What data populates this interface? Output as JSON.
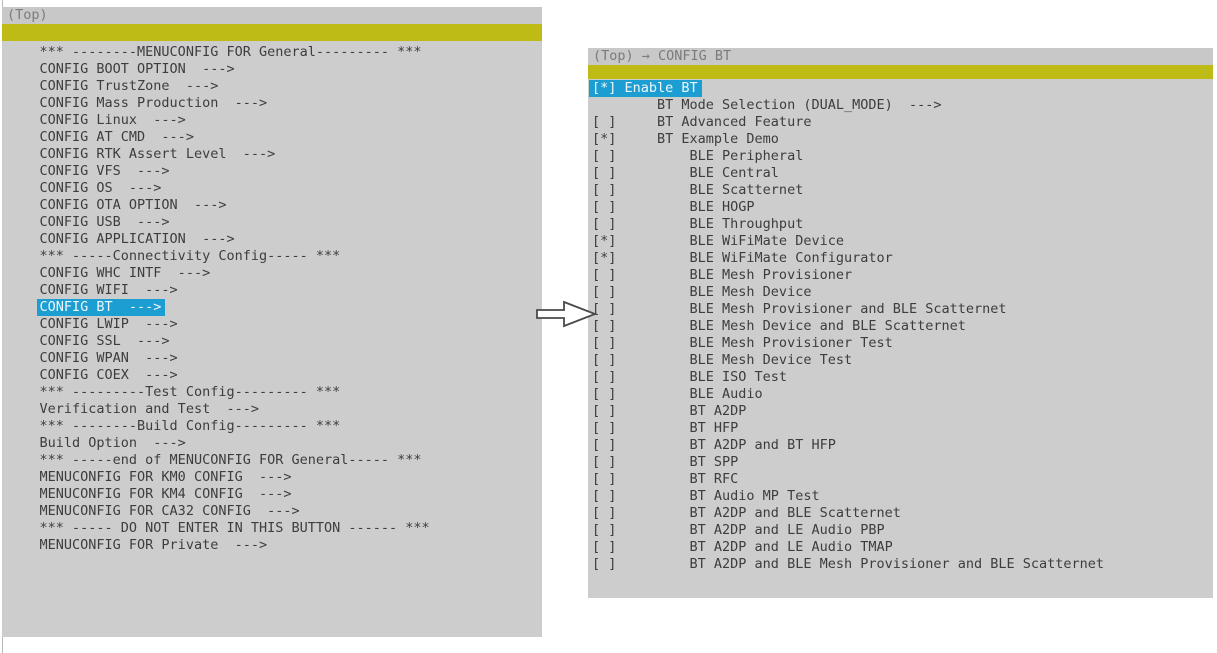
{
  "colors": {
    "page_bg": "#ffffff",
    "panel_bg": "#cdcdcd",
    "header_bg": "#c8c8c8",
    "header_text": "#7b7b7b",
    "item_text": "#3d3d3d",
    "selected_bg": "#1c9ed3",
    "selected_text": "#eff8fc",
    "title_bar": "#bfbb16",
    "edge_line": "#b9b9b9",
    "arrow_outline": "#4a4a4a"
  },
  "left_panel": {
    "breadcrumb": "(Top)",
    "items": [
      {
        "pad": "    ",
        "text": "*** --------MENUCONFIG FOR General--------- ***",
        "selected": false
      },
      {
        "pad": "    ",
        "text": "CONFIG BOOT OPTION  --->",
        "selected": false
      },
      {
        "pad": "    ",
        "text": "CONFIG TrustZone  --->",
        "selected": false
      },
      {
        "pad": "    ",
        "text": "CONFIG Mass Production  --->",
        "selected": false
      },
      {
        "pad": "    ",
        "text": "CONFIG Linux  --->",
        "selected": false
      },
      {
        "pad": "    ",
        "text": "CONFIG AT CMD  --->",
        "selected": false
      },
      {
        "pad": "    ",
        "text": "CONFIG RTK Assert Level  --->",
        "selected": false
      },
      {
        "pad": "    ",
        "text": "CONFIG VFS  --->",
        "selected": false
      },
      {
        "pad": "    ",
        "text": "CONFIG OS  --->",
        "selected": false
      },
      {
        "pad": "    ",
        "text": "CONFIG OTA OPTION  --->",
        "selected": false
      },
      {
        "pad": "    ",
        "text": "CONFIG USB  --->",
        "selected": false
      },
      {
        "pad": "    ",
        "text": "CONFIG APPLICATION  --->",
        "selected": false
      },
      {
        "pad": "    ",
        "text": "*** -----Connectivity Config----- ***",
        "selected": false
      },
      {
        "pad": "    ",
        "text": "CONFIG WHC INTF  --->",
        "selected": false
      },
      {
        "pad": "    ",
        "text": "CONFIG WIFI  --->",
        "selected": false
      },
      {
        "pad": "    ",
        "text": "CONFIG BT  --->",
        "selected": true
      },
      {
        "pad": "    ",
        "text": "CONFIG LWIP  --->",
        "selected": false
      },
      {
        "pad": "    ",
        "text": "CONFIG SSL  --->",
        "selected": false
      },
      {
        "pad": "    ",
        "text": "CONFIG WPAN  --->",
        "selected": false
      },
      {
        "pad": "    ",
        "text": "CONFIG COEX  --->",
        "selected": false
      },
      {
        "pad": "    ",
        "text": "*** ---------Test Config--------- ***",
        "selected": false
      },
      {
        "pad": "    ",
        "text": "Verification and Test  --->",
        "selected": false
      },
      {
        "pad": "    ",
        "text": "*** --------Build Config--------- ***",
        "selected": false
      },
      {
        "pad": "    ",
        "text": "Build Option  --->",
        "selected": false
      },
      {
        "pad": "    ",
        "text": "*** -----end of MENUCONFIG FOR General----- ***",
        "selected": false
      },
      {
        "pad": "    ",
        "text": "MENUCONFIG FOR KM0 CONFIG  --->",
        "selected": false
      },
      {
        "pad": "    ",
        "text": "MENUCONFIG FOR KM4 CONFIG  --->",
        "selected": false
      },
      {
        "pad": "    ",
        "text": "MENUCONFIG FOR CA32 CONFIG  --->",
        "selected": false
      },
      {
        "pad": "    ",
        "text": "*** ----- DO NOT ENTER IN THIS BUTTON ------ ***",
        "selected": false
      },
      {
        "pad": "    ",
        "text": "MENUCONFIG FOR Private  --->",
        "selected": false
      }
    ]
  },
  "right_panel": {
    "breadcrumb": "(Top) → CONFIG BT",
    "items": [
      {
        "pad": "",
        "text": "[*] Enable BT",
        "selected": true
      },
      {
        "pad": "        ",
        "text": "BT Mode Selection (DUAL_MODE)  --->",
        "selected": false
      },
      {
        "pad": "",
        "text": "[ ]     BT Advanced Feature",
        "selected": false
      },
      {
        "pad": "",
        "text": "[*]     BT Example Demo",
        "selected": false
      },
      {
        "pad": "",
        "text": "[ ]         BLE Peripheral",
        "selected": false
      },
      {
        "pad": "",
        "text": "[ ]         BLE Central",
        "selected": false
      },
      {
        "pad": "",
        "text": "[ ]         BLE Scatternet",
        "selected": false
      },
      {
        "pad": "",
        "text": "[ ]         BLE HOGP",
        "selected": false
      },
      {
        "pad": "",
        "text": "[ ]         BLE Throughput",
        "selected": false
      },
      {
        "pad": "",
        "text": "[*]         BLE WiFiMate Device",
        "selected": false
      },
      {
        "pad": "",
        "text": "[*]         BLE WiFiMate Configurator",
        "selected": false
      },
      {
        "pad": "",
        "text": "[ ]         BLE Mesh Provisioner",
        "selected": false
      },
      {
        "pad": "",
        "text": "[ ]         BLE Mesh Device",
        "selected": false
      },
      {
        "pad": "",
        "text": "[ ]         BLE Mesh Provisioner and BLE Scatternet",
        "selected": false
      },
      {
        "pad": "",
        "text": "[ ]         BLE Mesh Device and BLE Scatternet",
        "selected": false
      },
      {
        "pad": "",
        "text": "[ ]         BLE Mesh Provisioner Test",
        "selected": false
      },
      {
        "pad": "",
        "text": "[ ]         BLE Mesh Device Test",
        "selected": false
      },
      {
        "pad": "",
        "text": "[ ]         BLE ISO Test",
        "selected": false
      },
      {
        "pad": "",
        "text": "[ ]         BLE Audio",
        "selected": false
      },
      {
        "pad": "",
        "text": "[ ]         BT A2DP",
        "selected": false
      },
      {
        "pad": "",
        "text": "[ ]         BT HFP",
        "selected": false
      },
      {
        "pad": "",
        "text": "[ ]         BT A2DP and BT HFP",
        "selected": false
      },
      {
        "pad": "",
        "text": "[ ]         BT SPP",
        "selected": false
      },
      {
        "pad": "",
        "text": "[ ]         BT RFC",
        "selected": false
      },
      {
        "pad": "",
        "text": "[ ]         BT Audio MP Test",
        "selected": false
      },
      {
        "pad": "",
        "text": "[ ]         BT A2DP and BLE Scatternet",
        "selected": false
      },
      {
        "pad": "",
        "text": "[ ]         BT A2DP and LE Audio PBP",
        "selected": false
      },
      {
        "pad": "",
        "text": "[ ]         BT A2DP and LE Audio TMAP",
        "selected": false
      },
      {
        "pad": "",
        "text": "[ ]         BT A2DP and BLE Mesh Provisioner and BLE Scatternet",
        "selected": false
      }
    ]
  }
}
